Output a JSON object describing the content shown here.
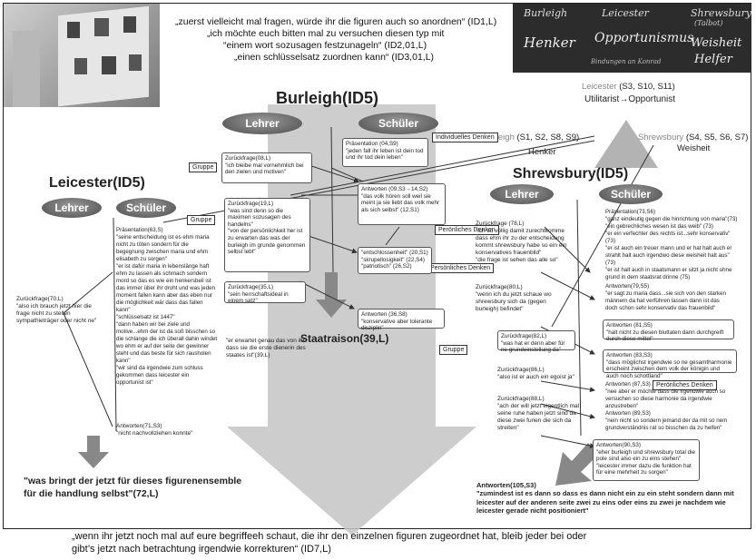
{
  "quotes": {
    "q1": "„zuerst vielleicht mal fragen, würde ihr die figuren auch so anordnen“ (ID1,L)",
    "q2": "„ich möchte euch bitten mal zu versuchen diesen typ mit",
    "q3": "“einem wort sozusagen festzunageln“ (ID2,01,L)",
    "q4": "„einen schlüsselsatz zuordnen kann“ (ID3,01,L)",
    "bottom1": "„wenn ihr jetzt noch mal auf  eure begriffeeh schaut, die ihr den einzelnen figuren zugeordnet hat, bleib jeder bei oder",
    "bottom2": "gibt’s jetzt nach betrachtung irgendwie korrekturen“ (ID7,L)"
  },
  "board_words": [
    "Burleigh",
    "Leicester",
    "Shrewsbury",
    "(Talbot)",
    "Henker",
    "Opportunismus",
    "Weisheit",
    "Helfer",
    "Bindungen an Konrad"
  ],
  "headings": {
    "burleigh": "Burleigh(ID5)",
    "leicester": "Leicester(ID5)",
    "shrewsbury": "Shrewsbury(ID5)",
    "staatraison": "Staatraison(39,L)"
  },
  "pills": {
    "lehrer": "Lehrer",
    "schueler": "Schüler"
  },
  "triangle": {
    "top_name": "Leicester",
    "top_refs": "(S3, S10, S11)",
    "top_word": "Utilitarist→Opportunist",
    "left_name": "Burleigh",
    "left_refs": "(S1, S2, S8, S9)",
    "left_word": "Henker",
    "right_name": "Shrewsbury",
    "right_refs": "(S4, S5, S6, S7)",
    "right_word": "Weisheit"
  },
  "labels": {
    "individuelles": "Individuelles Denken",
    "gruppe": "Gruppe",
    "persoenlich": "Perönliches Denken",
    "persoenlich2": "Persönliches Denken"
  },
  "burleigh_boxes": {
    "b1": "Zurückfrage(08,L)\n\"ich bleibe mal vornehmlich bei den zielen und motiven\"",
    "b2": "Präsentation (04,S9)\n\"jeden fall ihr leben ist dein tod und ihr tod dein leben\"",
    "b3": "Antworten (09,S3→14,S2)\n\"das volk hören soll weil sie meint ja sie liebt das volk mehr als sich selbst\" (12,S1)",
    "b4": "Zurückfrage(19,L)\n\"was sind denn so die maximen sozusagen des handelns\"\n\"von der persönlichkeit her ist zu erwarten das was der burleigh im grunde genommen selbst lebt\"",
    "b5": "\"entschlossenheit\" (20,S1)\n\"skrupellosigkeit\" (22,S4)\n\"patriotisch\" (26,S2)",
    "b6": "Zurückfrage(35,L)\n\"sein herrschaftsideal in einem satz\"",
    "b7": "Antworten (36,S8)\n\"konservative aber tolerante disziplin\"",
    "b8": "\"er erwartet genau das von ihr dass sie die erste dienerin des staates ist\"(39,L)"
  },
  "leicester_texts": {
    "main": "Präsentation(63,S)\n\"seine entscheidung ist es ehm maria nicht zu töten sondern für die begegnung zwischen maria und ehm elisabeth zu sorgen\"\n\"er ist dafür maria in lebenslänge haft ehm zu lassen als schmach sondern mord so das es wie ein henkersbeil ist das immer über ihr droht und was jeden moment fallen kann aber das eben nur die möglichkeit wär dass das fallen kann\"\n\"schlüsselsatz ist 1447\"\n\"dann haben wir bei ziele und motive...ehm der ist da soß bisschen so die schlange die ich überall dahin windet wo ehm er auf der seite der gewinner steht und das beste für sich rausholen kann\"\n\"wir sind da irgendwie zum schluss gekommen dass leicester ein opportunist ist\"",
    "rueck": "Zurückfrage(70,L)\n\"also ich brauch jetzt hier die frage nicht zu stellen sympathieträger oder nicht ne\"",
    "antw": "Antworten(71,S3)\n\"nicht nachvollziehen konnte\"",
    "big": "\"was bringt der jetzt für dieses figurenensemble für die handlung selbst\"(72,L)"
  },
  "shrewsbury_texts": {
    "r1": "Zurückfrage (78,L)\n\"ich so völlig damit zurechtkomme dass ehm ihr zu der entscheidung kommt shrewsbury habe so ein ein konservatives frauenbild\"\n\"die frage ist sehen das alle so\"",
    "r2": "Zurückfrage(80,L)\n\"wenn ich du jetzt schaue wo shrewsbury sich da (gegen burleigh) befindet\"",
    "r3": "Zurückfrage(82,L)\n\"was hat er denn aber für ne grundeinstellung da\"",
    "r4": "Zurückfrage(86,L)\n\"also ist er auch ein egoist ja\"",
    "r5": "Zurückfrage(88,L)\n\"ach der will jetzt eigentlich mal seine ruhe haben jetzt sind da diese zwei furien die sich da streiten\"",
    "s1": "Präsentation(73,S6)\n\"ganz eindeutig gegen die hinrichtung von maria\"(73)\n\"ein gebrechliches wesen ist das weib\" (73)\n\"er ein verfechter des rechts ist...sehr konservativ\" (73)\n\"er ist auch ein treuer mann und er hat halt auch er strahlt halt auch irgendwo diese weisheit halt aus\" (73)\n\"er ist halt auch in staatsmann er sitzt ja nicht ohne grund in dem staatsrat drinne (75)",
    "s2": "Antworten(79,S5)\n\"er sagt zu maria dass...sie sich von den starken männern da hat verführen lassen dann ist das doch schon sehr konservativ das frauenbild\"",
    "s3": "Antworten (81,S5)\n\"halt nicht zu diesen bluttaten dann durchgreift durch diese mittel\"",
    "s4": "Antworten (83,S3)\n\"dass möglichst irgendwie so ne gesamtharmonie erscheint zwischen dem volk der königin und auch noch schottland\"",
    "s5": "Antworten (87,S3)\n\"nee aber er möchte dass die irgendwie auch so versuchen so diese harmonie da irgendwie anzustreben\"",
    "s6": "Antworten (89,S3)\n\"nein nicht so sondern jemand der da mit so nem grundverständnis rat so bisschen da zu helfen\"",
    "s7": "Antworten(90,S3)\n\"eher burleigh und shrewsbury total die pole sind also ein zu eins stehen\"\n\"leicester immer dazu die funktion hat für eine mehrheit zu sorgen\"",
    "final_head": "Antworten(105,S3)",
    "final": "\"zumindest ist es dann so dass es dann nicht ein zu ein steht sondern dann mit leicester auf der anderen seite zwei zu eins oder eins zu zwei je nachdem wie leicester gerade nicht positioniert\""
  },
  "colors": {
    "arrow": "#a8a8a8",
    "pill": "#6f6f6f",
    "border": "#222222"
  }
}
